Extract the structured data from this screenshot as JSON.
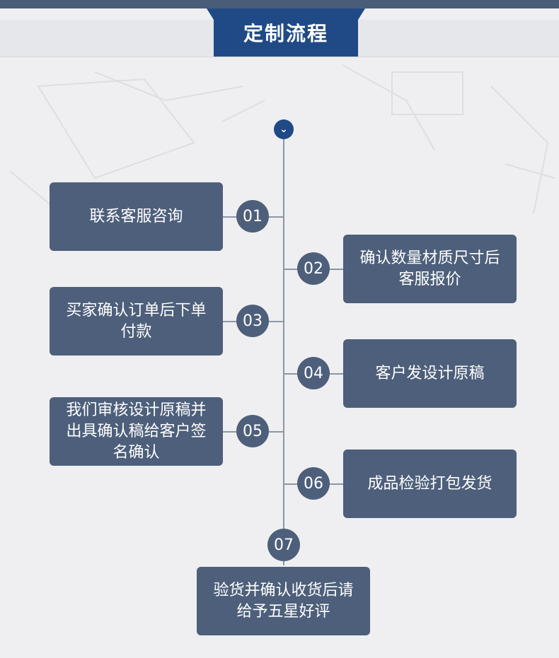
{
  "title": "定制流程",
  "icons": {
    "top": "double-chevron-down-icon"
  },
  "colors": {
    "accent": "#1f4a86",
    "box": "#4d5f7a",
    "line": "#8c96a6"
  },
  "steps": [
    {
      "num": "01",
      "text": "联系客服咨询"
    },
    {
      "num": "02",
      "text": "确认数量材质尺寸后客服报价"
    },
    {
      "num": "03",
      "text": "买家确认订单后下单付款"
    },
    {
      "num": "04",
      "text": "客户发设计原稿"
    },
    {
      "num": "05",
      "text": "我们审核设计原稿并出具确认稿给客户签名确认"
    },
    {
      "num": "06",
      "text": "成品检验打包发货"
    },
    {
      "num": "07",
      "text": "验货并确认收货后请给予五星好评"
    }
  ]
}
